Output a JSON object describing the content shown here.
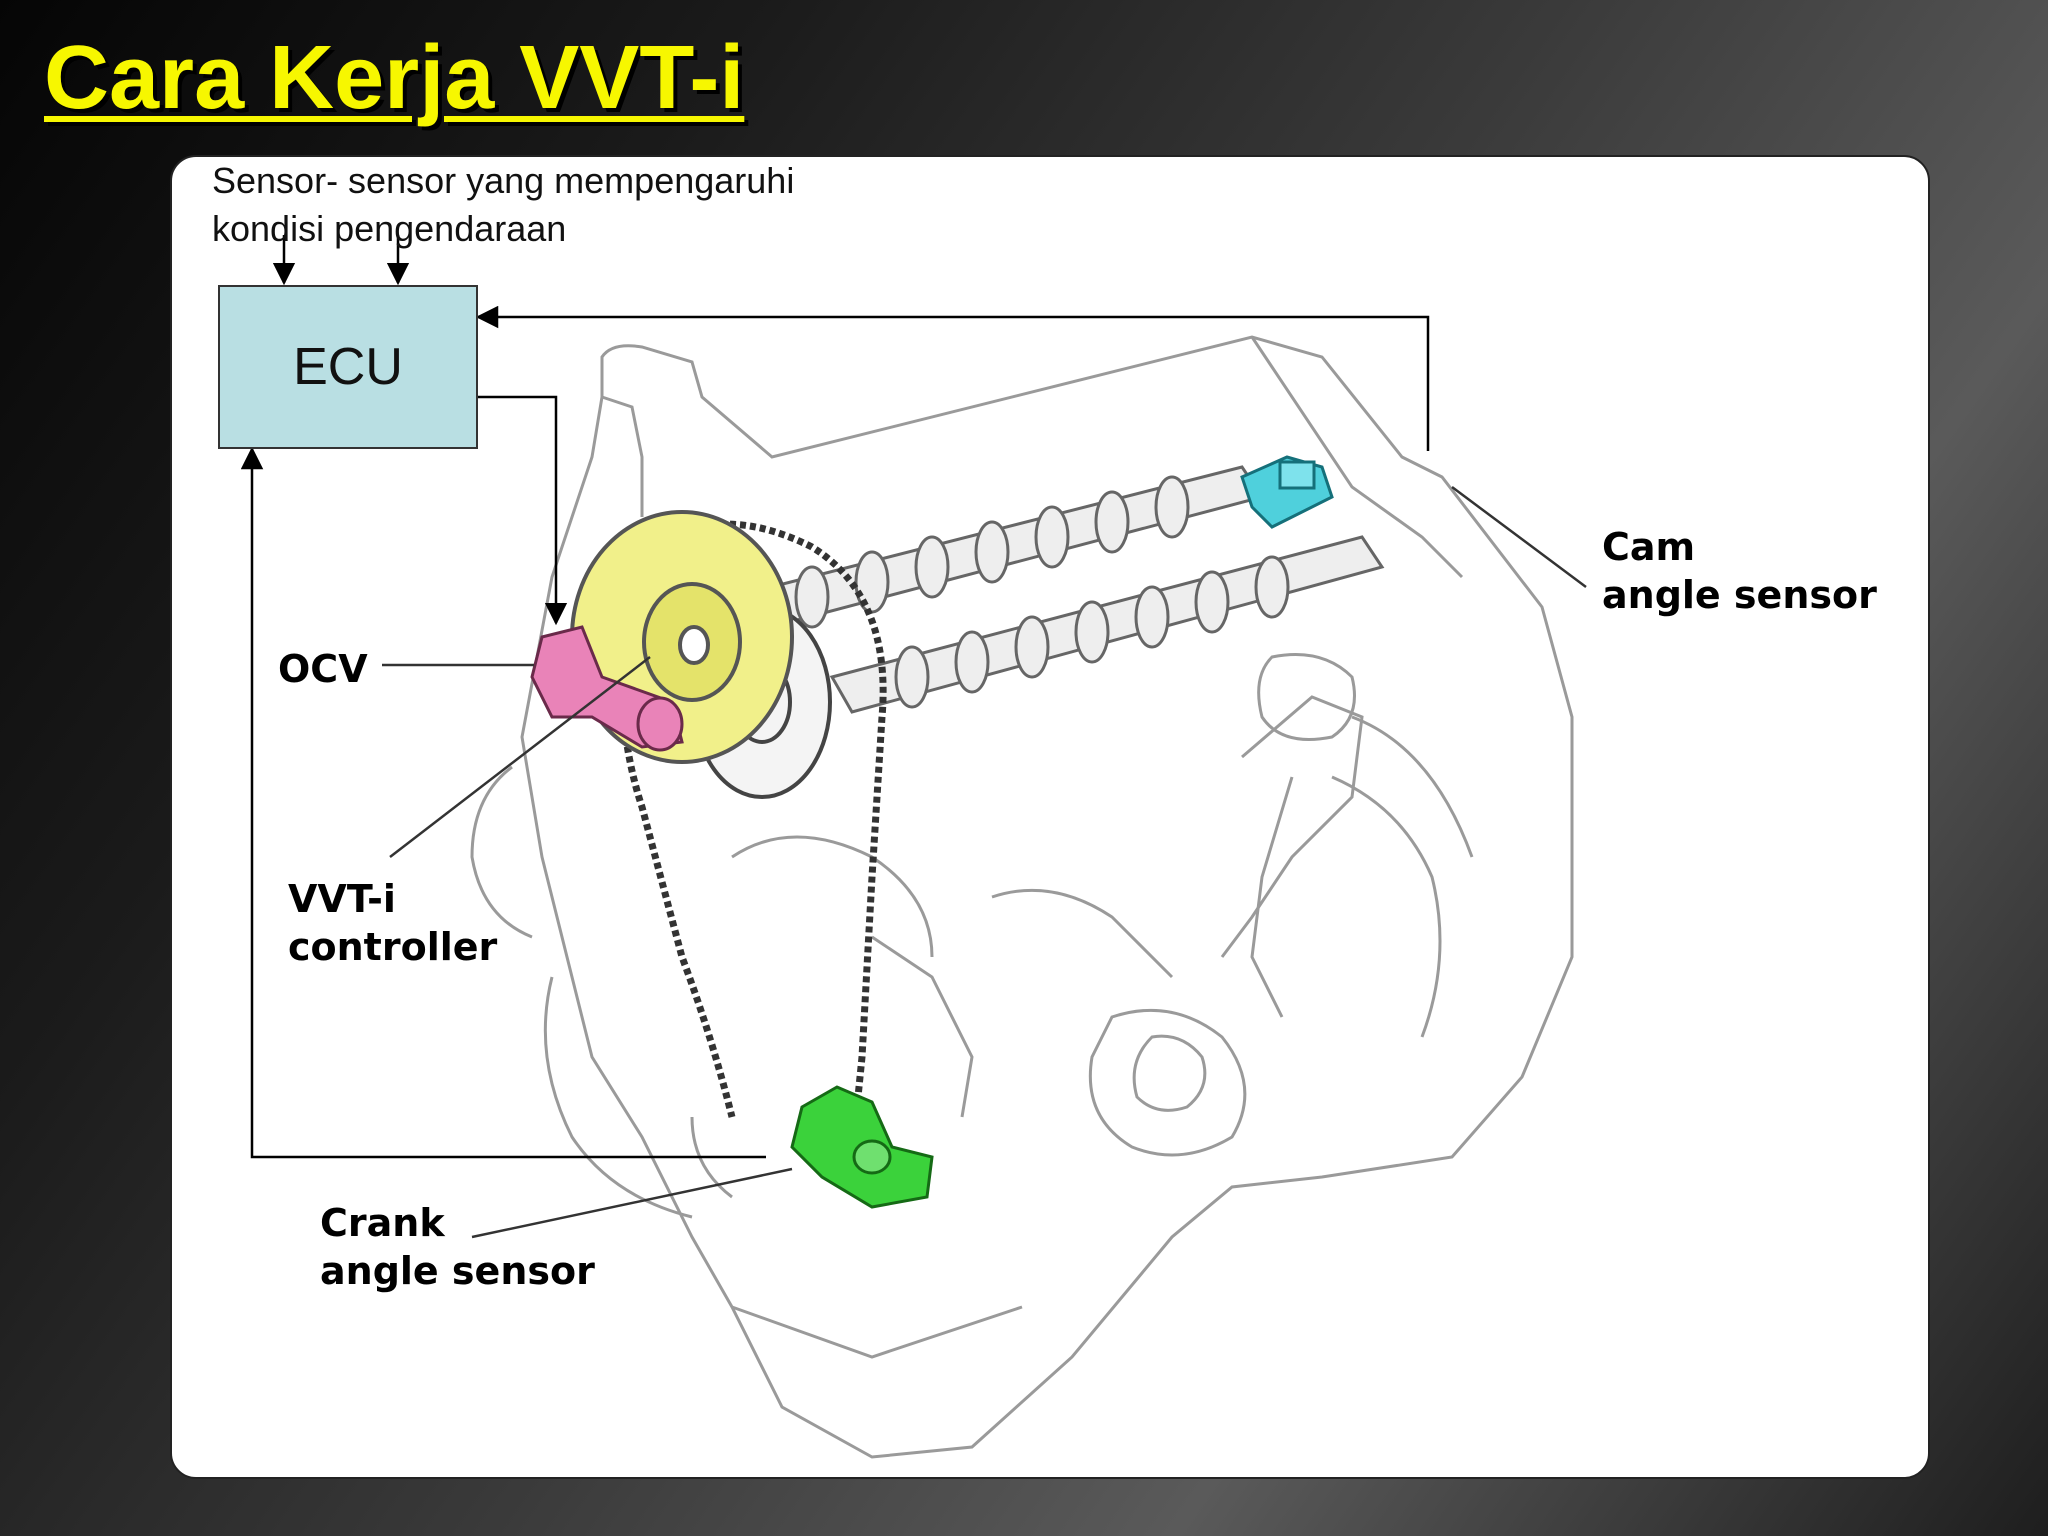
{
  "slide": {
    "title": "Cara Kerja VVT-i"
  },
  "diagram": {
    "sensors_text_line1": "Sensor- sensor yang mempengaruhi",
    "sensors_text_line2": "kondisi pengendaraan",
    "ecu_label": "ECU",
    "ocv_label": "OCV",
    "vvti_label_line1": "VVT-i",
    "vvti_label_line2": "controller",
    "cam_label_line1": "Cam",
    "cam_label_line2": "angle sensor",
    "crank_label_line1": "Crank",
    "crank_label_line2": "angle sensor"
  },
  "colors": {
    "title": "#f7f700",
    "ecu_fill": "#b9dfe3",
    "vvti_controller": "#f1f08a",
    "ocv": "#e983b8",
    "cam_sensor": "#4fd0dc",
    "crank_sensor": "#3bd23b"
  }
}
